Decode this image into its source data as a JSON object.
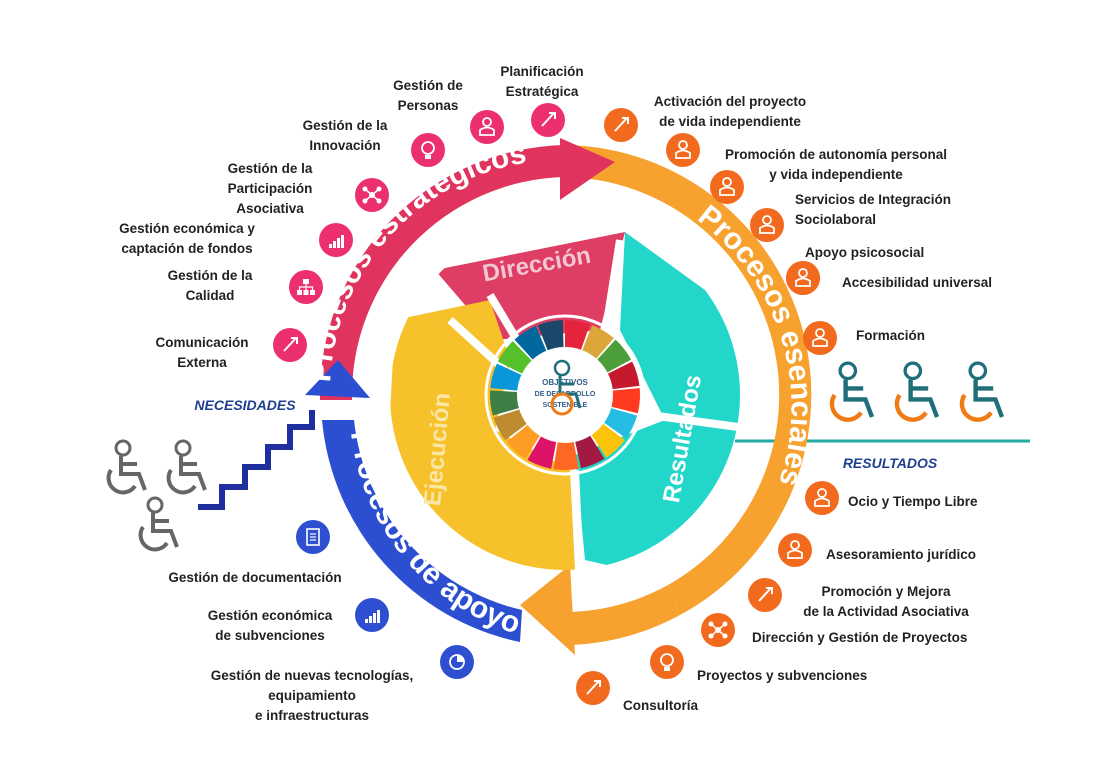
{
  "colors": {
    "strategic": "#e0335e",
    "essential": "#f7a12f",
    "support": "#2c4fd1",
    "direccion": "#de3e63",
    "resultados": "#22d6c9",
    "ejecucion": "#f7c12b",
    "icon_pink": "#ec2f6e",
    "icon_orange": "#f26a1e",
    "icon_blue": "#2d4fd0",
    "figure_orange": "#f07a14",
    "figure_teal": "#1f6e7a",
    "figure_gray": "#666666",
    "teal_line": "#27a9a3",
    "stairs": "#1f2f9e"
  },
  "rings": {
    "strategic": "Procesos estratégicos",
    "essential": "Procesos esenciales",
    "support": "Procesos de apoyo"
  },
  "inner": {
    "direccion": "Dirección",
    "resultados": "Resultados",
    "ejecucion": "Ejecución"
  },
  "center": {
    "line1": "OBJETIVOS",
    "line2": "DE DESARROLLO",
    "line3": "SOSTENIBLE"
  },
  "banners": {
    "necesidades": "NECESIDADES",
    "resultados": "RESULTADOS"
  },
  "strategic_items": [
    {
      "lines": [
        "Planificación",
        "Estratégica"
      ],
      "icon": "rocket-icon"
    },
    {
      "lines": [
        "Gestión de",
        "Personas"
      ],
      "icon": "person-icon"
    },
    {
      "lines": [
        "Gestión de la",
        "Innovación"
      ],
      "icon": "lightbulb-icon"
    },
    {
      "lines": [
        "Gestión de la",
        "Participación",
        "Asociativa"
      ],
      "icon": "network-icon"
    },
    {
      "lines": [
        "Gestión económica y",
        "captación de fondos"
      ],
      "icon": "chart-icon"
    },
    {
      "lines": [
        "Gestión de la",
        "Calidad"
      ],
      "icon": "hierarchy-icon"
    },
    {
      "lines": [
        "Comunicación",
        "Externa"
      ],
      "icon": "rocket-icon"
    }
  ],
  "essential_items": [
    {
      "lines": [
        "Activación del proyecto",
        "de vida independiente"
      ],
      "icon": "rocket-icon"
    },
    {
      "lines": [
        "Promoción de autonomía personal",
        "y vida independiente"
      ],
      "icon": "person-icon"
    },
    {
      "lines": [
        "Servicios de Integración",
        "Sociolaboral"
      ],
      "icon": "person-icon"
    },
    {
      "lines": [
        "Apoyo psicosocial"
      ],
      "icon": "person-icon"
    },
    {
      "lines": [
        "Accesibilidad universal"
      ],
      "icon": "person-icon"
    },
    {
      "lines": [
        "Formación"
      ],
      "icon": "person-icon"
    },
    {
      "lines": [
        "Ocio y Tiempo Libre"
      ],
      "icon": "person-icon"
    },
    {
      "lines": [
        "Asesoramiento jurídico"
      ],
      "icon": "person-icon"
    },
    {
      "lines": [
        "Promoción y Mejora",
        "de la Actividad Asociativa"
      ],
      "icon": "rocket-icon"
    },
    {
      "lines": [
        "Dirección y Gestión de Proyectos"
      ],
      "icon": "network-icon"
    },
    {
      "lines": [
        "Proyectos y subvenciones"
      ],
      "icon": "lightbulb-icon"
    },
    {
      "lines": [
        "Consultoría"
      ],
      "icon": "rocket-icon"
    }
  ],
  "support_items": [
    {
      "lines": [
        "Gestión de documentación"
      ],
      "icon": "document-icon"
    },
    {
      "lines": [
        "Gestión económica",
        "de subvenciones"
      ],
      "icon": "chart-icon"
    },
    {
      "lines": [
        "Gestión de nuevas tecnologías,",
        "equipamiento",
        "e infraestructuras"
      ],
      "icon": "pie-chart-icon"
    }
  ]
}
